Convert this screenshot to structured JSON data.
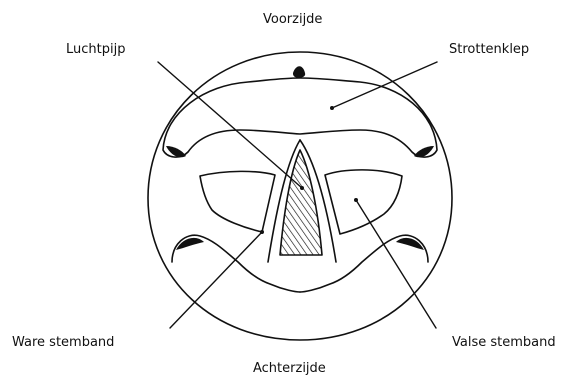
{
  "diagram": {
    "labels": {
      "top": "Voorzijde",
      "bottom": "Achterzijde",
      "trachea": "Luchtpijp",
      "epiglottis": "Strottenklep",
      "true_vocal_cord": "Ware stemband",
      "false_vocal_cord": "Valse stemband"
    },
    "colors": {
      "ink": "#111111",
      "background": "#ffffff"
    }
  }
}
